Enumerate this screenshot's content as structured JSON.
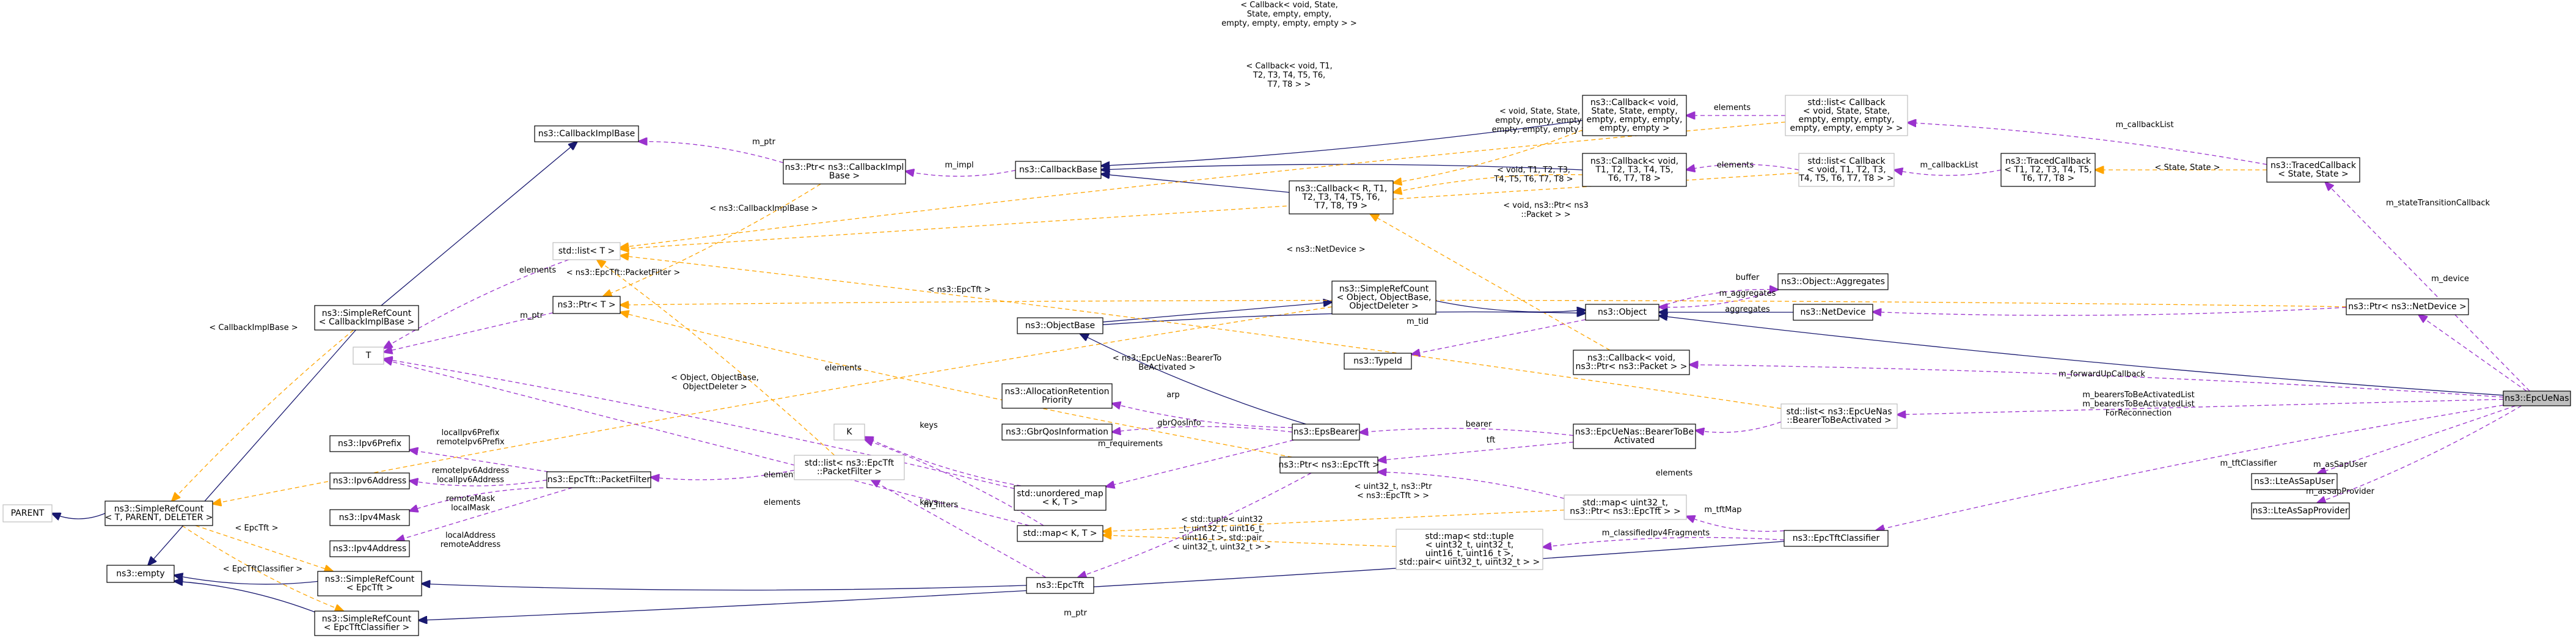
{
  "diagram": {
    "nodes": {
      "epcuenas": [
        "ns3::EpcUeNas"
      ],
      "tracedcallback": [
        "ns3::TracedCallback",
        "< State, State >"
      ],
      "tracedcallback2": [
        "ns3::TracedCallback",
        "< T1, T2, T3, T4, T5,",
        "T6, T7, T8 >"
      ],
      "stdlist_cb": [
        "std::list< Callback",
        "< void, State, State,",
        "empty, empty, empty,",
        "empty, empty, empty > >"
      ],
      "stdlist_cb2": [
        "std::list< Callback",
        "< void, T1, T2, T3,",
        "T4, T5, T6, T7, T8 > >"
      ],
      "cb_voidstate": [
        "ns3::Callback< void,",
        "State, State, empty,",
        "empty, empty, empty,",
        "empty, empty >"
      ],
      "cb_voidT": [
        "ns3::Callback< void,",
        "T1, T2, T3, T4, T5,",
        "T6, T7, T8 >"
      ],
      "cb_R": [
        "ns3::Callback< R, T1,",
        "T2, T3, T4, T5, T6,",
        "T7, T8, T9 >"
      ],
      "callbackbase": [
        "ns3::CallbackBase"
      ],
      "ptr_cbimpl": [
        "ns3::Ptr< ns3::CallbackImpl",
        "Base >"
      ],
      "cbimplbase": [
        "ns3::CallbackImplBase"
      ],
      "src_cbimpl": [
        "ns3::SimpleRefCount",
        "< CallbackImplBase >"
      ],
      "stdlist_T": [
        "std::list< T >"
      ],
      "ptr_T": [
        "ns3::Ptr< T >"
      ],
      "T": [
        "T"
      ],
      "parent": [
        "PARENT"
      ],
      "src_tpd": [
        "ns3::SimpleRefCount",
        "< T, PARENT, DELETER >"
      ],
      "empty": [
        "ns3::empty"
      ],
      "src_epctft": [
        "ns3::SimpleRefCount",
        "< EpcTft >"
      ],
      "src_epctftcls": [
        "ns3::SimpleRefCount",
        "< EpcTftClassifier >"
      ],
      "ipv6prefix": [
        "ns3::Ipv6Prefix"
      ],
      "ipv6address": [
        "ns3::Ipv6Address"
      ],
      "ipv4mask": [
        "ns3::Ipv4Mask"
      ],
      "ipv4address": [
        "ns3::Ipv4Address"
      ],
      "packetfilter": [
        "ns3::EpcTft::PacketFilter"
      ],
      "stdlist_pf": [
        "std::list< ns3::EpcTft",
        "::PacketFilter >"
      ],
      "K": [
        "K"
      ],
      "stdmap_KT": [
        "std::map< K, T >"
      ],
      "epctft": [
        "ns3::EpcTft"
      ],
      "unordered_map": [
        "std::unordered_map",
        "< K, T >"
      ],
      "src_obj": [
        "ns3::SimpleRefCount",
        "< Object, ObjectBase,",
        "ObjectDeleter >"
      ],
      "objectbase": [
        "ns3::ObjectBase"
      ],
      "typeid": [
        "ns3::TypeId"
      ],
      "object": [
        "ns3::Object"
      ],
      "aggregates": [
        "ns3::Object::Aggregates"
      ],
      "netdevice": [
        "ns3::NetDevice"
      ],
      "ptr_netdevice": [
        "ns3::Ptr< ns3::NetDevice >"
      ],
      "cb_packet": [
        "ns3::Callback< void,",
        "ns3::Ptr< ns3::Packet > >"
      ],
      "allocretention": [
        "ns3::AllocationRetention",
        "Priority"
      ],
      "gbrqos": [
        "ns3::GbrQosInformation"
      ],
      "epsbearer": [
        "ns3::EpsBearer"
      ],
      "bearertobeact": [
        "ns3::EpcUeNas::BearerToBe",
        "Activated"
      ],
      "stdlist_bearer": [
        "std::list< ns3::EpcUeNas",
        "::BearerToBeActivated >"
      ],
      "ptr_epctft": [
        "ns3::Ptr< ns3::EpcTft >"
      ],
      "stdmap_uint": [
        "std::map< uint32_t,",
        "ns3::Ptr< ns3::EpcTft > >"
      ],
      "stdmap_tuple": [
        "std::map< std::tuple",
        "< uint32_t, uint32_t,",
        "uint16_t, uint16_t >,",
        "std::pair< uint32_t, uint32_t > >"
      ],
      "epctftclassifier": [
        "ns3::EpcTftClassifier"
      ],
      "lteassapuser": [
        "ns3::LteAsSapUser"
      ],
      "lteassapprovider": [
        "ns3::LteAsSapProvider"
      ]
    },
    "edge_labels": {
      "l_cb_state_top": [
        "< Callback< void, State,",
        "State, empty, empty,",
        "empty, empty, empty, empty > >"
      ],
      "l_cb_T_top": [
        "< Callback< void, T1,",
        "T2, T3, T4, T5, T6,",
        "T7, T8 > >"
      ],
      "l_void_state": [
        "< void, State, State,",
        "empty, empty, empty,",
        "empty, empty, empty >"
      ],
      "l_void_T": [
        "< void, T1, T2, T3,",
        "T4, T5, T6, T7, T8 >"
      ],
      "l_void_packet": [
        "< void, ns3::Ptr< ns3",
        "::Packet > >"
      ],
      "l_elements1": [
        "elements"
      ],
      "l_elements2": [
        "elements"
      ],
      "l_elements3": [
        "elements"
      ],
      "l_elements4": [
        "elements"
      ],
      "l_elements5": [
        "elements"
      ],
      "l_elements6": [
        "elements"
      ],
      "l_elements7": [
        "elements"
      ],
      "l_callbacklist1": [
        "m_callbackList"
      ],
      "l_callbacklist2": [
        "m_callbackList"
      ],
      "l_statestate": [
        "< State, State >"
      ],
      "l_statetrans": [
        "m_stateTransitionCallback"
      ],
      "l_mimpl": [
        "m_impl"
      ],
      "l_mptr1": [
        "m_ptr"
      ],
      "l_mptr2": [
        "m_ptr"
      ],
      "l_mptr3": [
        "m_ptr"
      ],
      "l_mptr4": [
        "m_ptr"
      ],
      "l_cbimplbase": [
        "< ns3::CallbackImplBase >"
      ],
      "l_pf": [
        "< ns3::EpcTft::PacketFilter >"
      ],
      "l_netdevice": [
        "< ns3::NetDevice >"
      ],
      "l_epctft": [
        "< ns3::EpcTft >"
      ],
      "l_bearerto": [
        "< ns3::EpcUeNas::BearerTo",
        "BeActivated >"
      ],
      "l_cbimplbase2": [
        "< CallbackImplBase >"
      ],
      "l_objbase": [
        "< Object, ObjectBase,",
        "ObjectDeleter >"
      ],
      "l_epctft2": [
        "< EpcTft >"
      ],
      "l_epctftcls": [
        "< EpcTftClassifier >"
      ],
      "l_buffer": [
        "buffer"
      ],
      "l_aggregates": [
        "m_aggregates"
      ],
      "l_aggregates2": [
        "aggregates"
      ],
      "l_tid": [
        "m_tid"
      ],
      "l_device": [
        "m_device"
      ],
      "l_fwd": [
        "m_forwardUpCallback"
      ],
      "l_bearers": [
        "m_bearersToBeActivatedList",
        "m_bearersToBeActivatedList",
        "ForReconnection"
      ],
      "l_arp": [
        "arp"
      ],
      "l_gbr": [
        "gbrQosInfo"
      ],
      "l_bearer": [
        "bearer"
      ],
      "l_tft": [
        "tft"
      ],
      "l_requirements": [
        "m_requirements"
      ],
      "l_keys1": [
        "keys"
      ],
      "l_keys2": [
        "keys"
      ],
      "l_filters": [
        "m_filters"
      ],
      "l_tftmap": [
        "m_tftMap"
      ],
      "l_classified": [
        "m_classifiedIpv4Fragments"
      ],
      "l_tftclassifier": [
        "m_tftClassifier"
      ],
      "l_assapuser": [
        "m_asSapUser"
      ],
      "l_assapprovider": [
        "m_asSapProvider"
      ],
      "l_uint32": [
        "< uint32_t, ns3::Ptr",
        "< ns3::EpcTft > >"
      ],
      "l_tuple": [
        "< std::tuple< uint32",
        "_t, uint32_t, uint16_t,",
        "uint16_t >, std::pair",
        "< uint32_t, uint32_t > >"
      ],
      "l_ipv6": [
        "localIpv6Prefix",
        "remoteIpv6Prefix"
      ],
      "l_ipv6addr": [
        "remoteIpv6Address",
        "localIpv6Address"
      ],
      "l_ipv4mask": [
        "remoteMask",
        "localMask"
      ],
      "l_ipv4addr": [
        "localAddress",
        "remoteAddress"
      ]
    },
    "colors": {
      "inheritance": "#191970",
      "usage": "#9a32cd",
      "template": "#ffa500",
      "focus_fill": "#bfbfbf"
    }
  }
}
